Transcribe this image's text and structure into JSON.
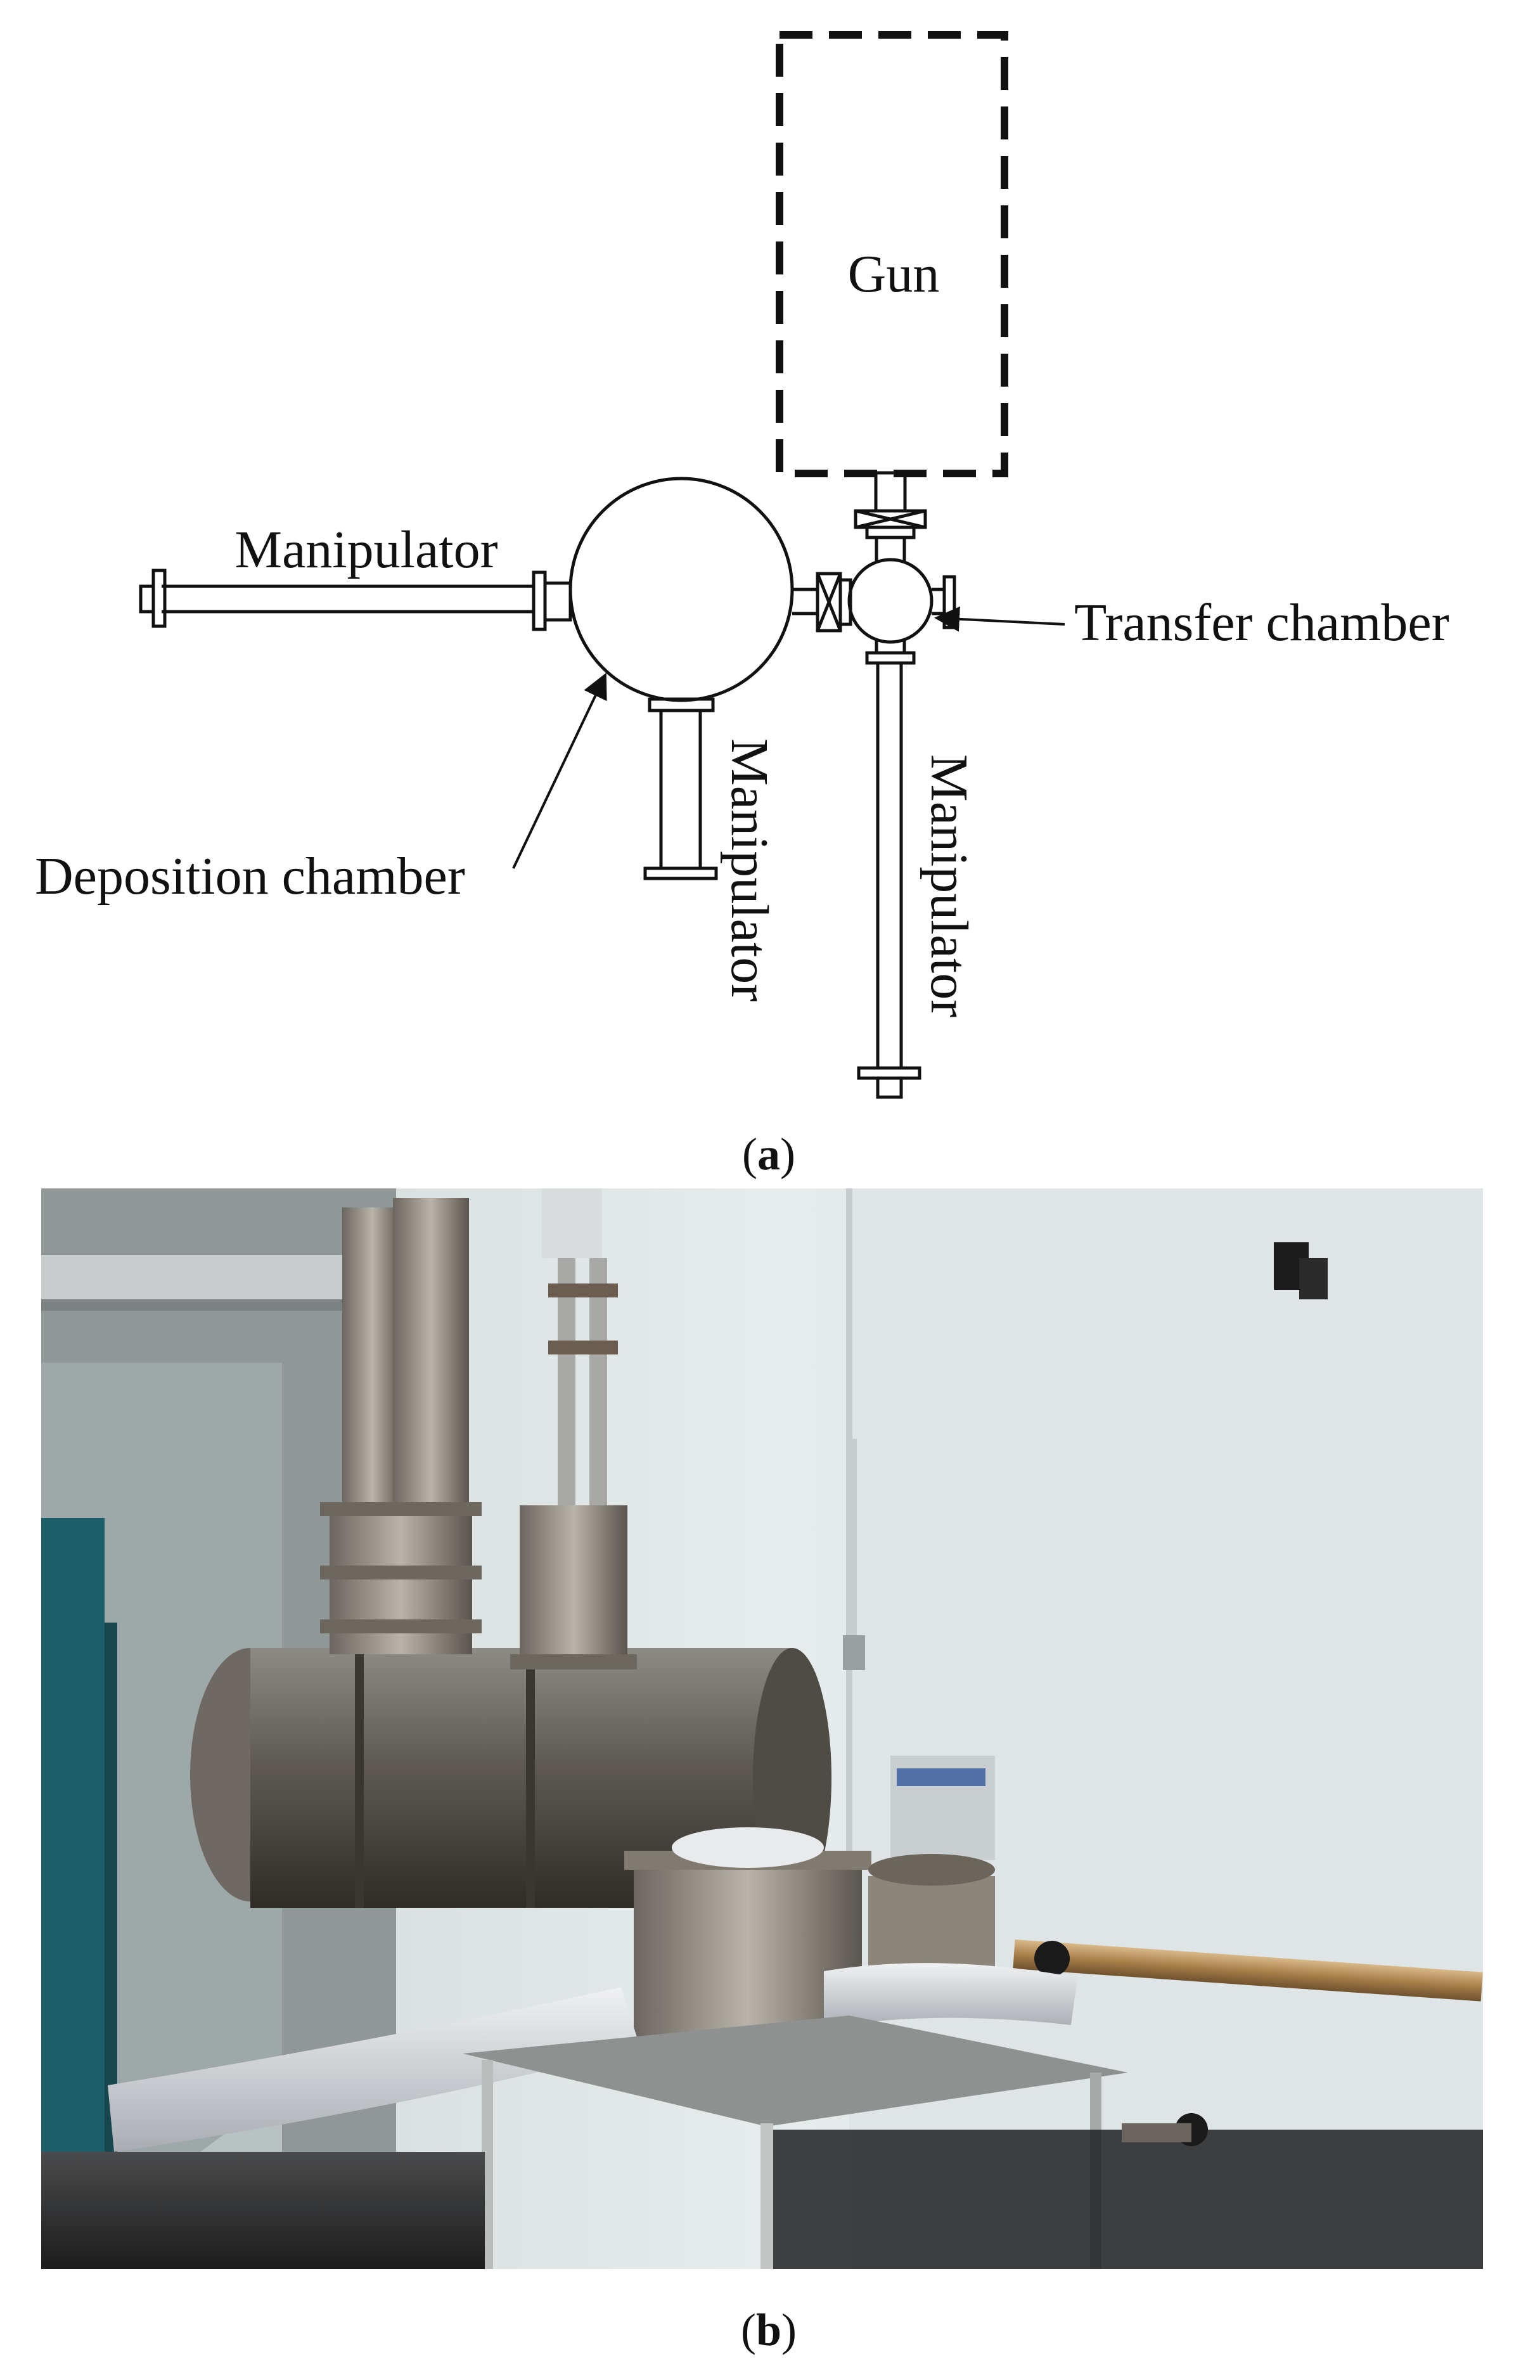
{
  "figure": {
    "panel_a": {
      "labels": {
        "gun": "Gun",
        "manipulator_left": "Manipulator",
        "transfer_chamber": "Transfer chamber",
        "deposition_chamber": "Deposition chamber",
        "manipulator_bottom_center": "Manipulator",
        "manipulator_bottom_right": "Manipulator"
      },
      "caption_letter": "a"
    },
    "panel_b": {
      "caption_letter": "b"
    }
  }
}
